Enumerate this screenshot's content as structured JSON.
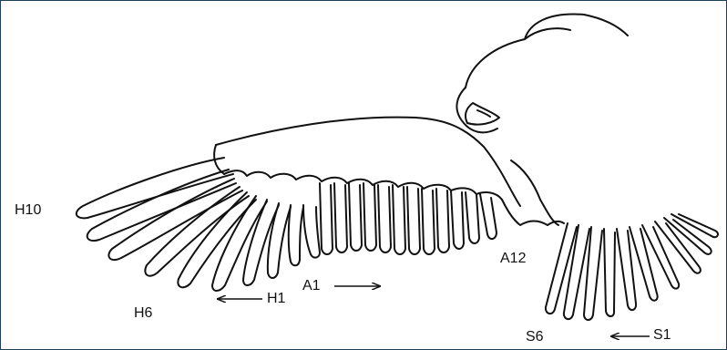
{
  "figure": {
    "labels": {
      "h10": "H10",
      "h6": "H6",
      "h1": "H1",
      "a1": "A1",
      "a12": "A12",
      "s6": "S6",
      "s1": "S1"
    },
    "arrows": [
      {
        "from_label": "H1",
        "direction": "left"
      },
      {
        "from_label": "A1",
        "direction": "right"
      },
      {
        "from_label": "S1",
        "direction": "left"
      }
    ],
    "colors": {
      "ink": "#111111",
      "frame": "#1c3f5a"
    }
  }
}
